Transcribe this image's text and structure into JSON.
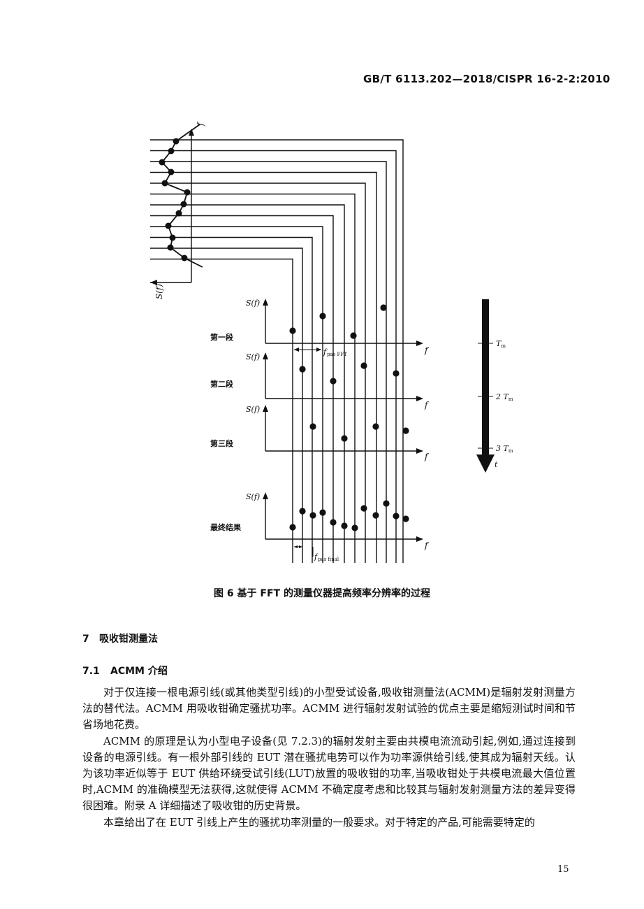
{
  "header": {
    "standard_id": "GB/T 6113.202—2018/CISPR 16-2-2:2010"
  },
  "figure": {
    "caption": "图 6 基于 FFT 的测量仪器提高频率分辨率的过程",
    "axis_f": "f",
    "axis_sf": "S(f)",
    "axis_t": "t",
    "stage_labels": [
      "第一段",
      "第二段",
      "第三段",
      "最终结果"
    ],
    "time_labels": [
      "T",
      "2 T",
      "3 T"
    ],
    "time_sub": "m",
    "f_pas_fft_main": "f",
    "f_pas_fft_sub": "pas FFT",
    "f_pas_final_main": "f",
    "f_pas_final_sub": "pas final"
  },
  "section7": {
    "number": "7",
    "title": "吸收钳测量法"
  },
  "section71": {
    "number": "7.1",
    "title": "ACMM 介绍"
  },
  "paragraphs": [
    "对于仅连接一根电源引线(或其他类型引线)的小型受试设备,吸收钳测量法(ACMM)是辐射发射测量方法的替代法。ACMM 用吸收钳确定骚扰功率。ACMM 进行辐射发射试验的优点主要是缩短测试时间和节省场地花费。",
    "ACMM 的原理是认为小型电子设备(见 7.2.3)的辐射发射主要由共模电流流动引起,例如,通过连接到设备的电源引线。有一根外部引线的 EUT 潜在骚扰电势可以作为功率源供给引线,使其成为辐射天线。认为该功率近似等于 EUT 供给环绕受试引线(LUT)放置的吸收钳的功率,当吸收钳处于共模电流最大值位置时,ACMM 的准确模型无法获得,这就使得 ACMM 不确定度考虑和比较其与辐射发射测量方法的差异变得很困难。附录 A 详细描述了吸收钳的历史背景。",
    "本章给出了在 EUT 引线上产生的骚扰功率测量的一般要求。对于特定的产品,可能需要特定的"
  ],
  "page_number": "15"
}
